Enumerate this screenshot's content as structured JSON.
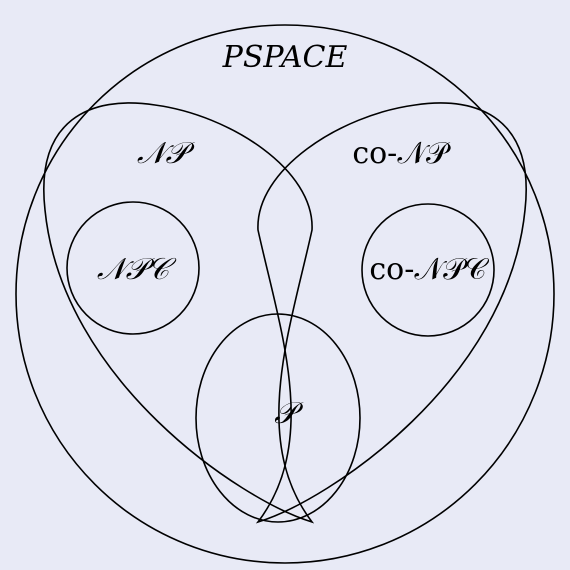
{
  "colors": {
    "background": "#e8eaf6",
    "stroke": "#000000"
  },
  "labels": {
    "pspace": "PSPACE",
    "np": "𝒩𝒫",
    "conp": "co-𝒩𝒫",
    "npc": "𝒩𝒫𝒞",
    "conpc": "co-𝒩𝒫𝒞",
    "p": "𝒫"
  }
}
